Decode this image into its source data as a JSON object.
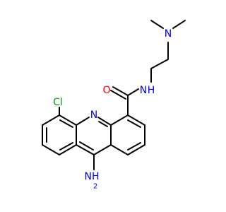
{
  "molecule": {
    "atoms": {
      "cl": {
        "label": "Cl",
        "color": "#00a000"
      },
      "n_ring": {
        "label": "N",
        "color": "#0000ff"
      },
      "o": {
        "label": "O",
        "color": "#ff0000"
      },
      "n_amide": {
        "label": "N",
        "color": "#0000ff"
      },
      "h_amide": {
        "label": "H",
        "color": "#0000ff"
      },
      "n_dimethyl": {
        "label": "N",
        "color": "#0000ff"
      },
      "n_amine": {
        "label": "NH",
        "color": "#0000ff"
      },
      "h2": {
        "label": "2",
        "color": "#0000ff"
      }
    }
  }
}
